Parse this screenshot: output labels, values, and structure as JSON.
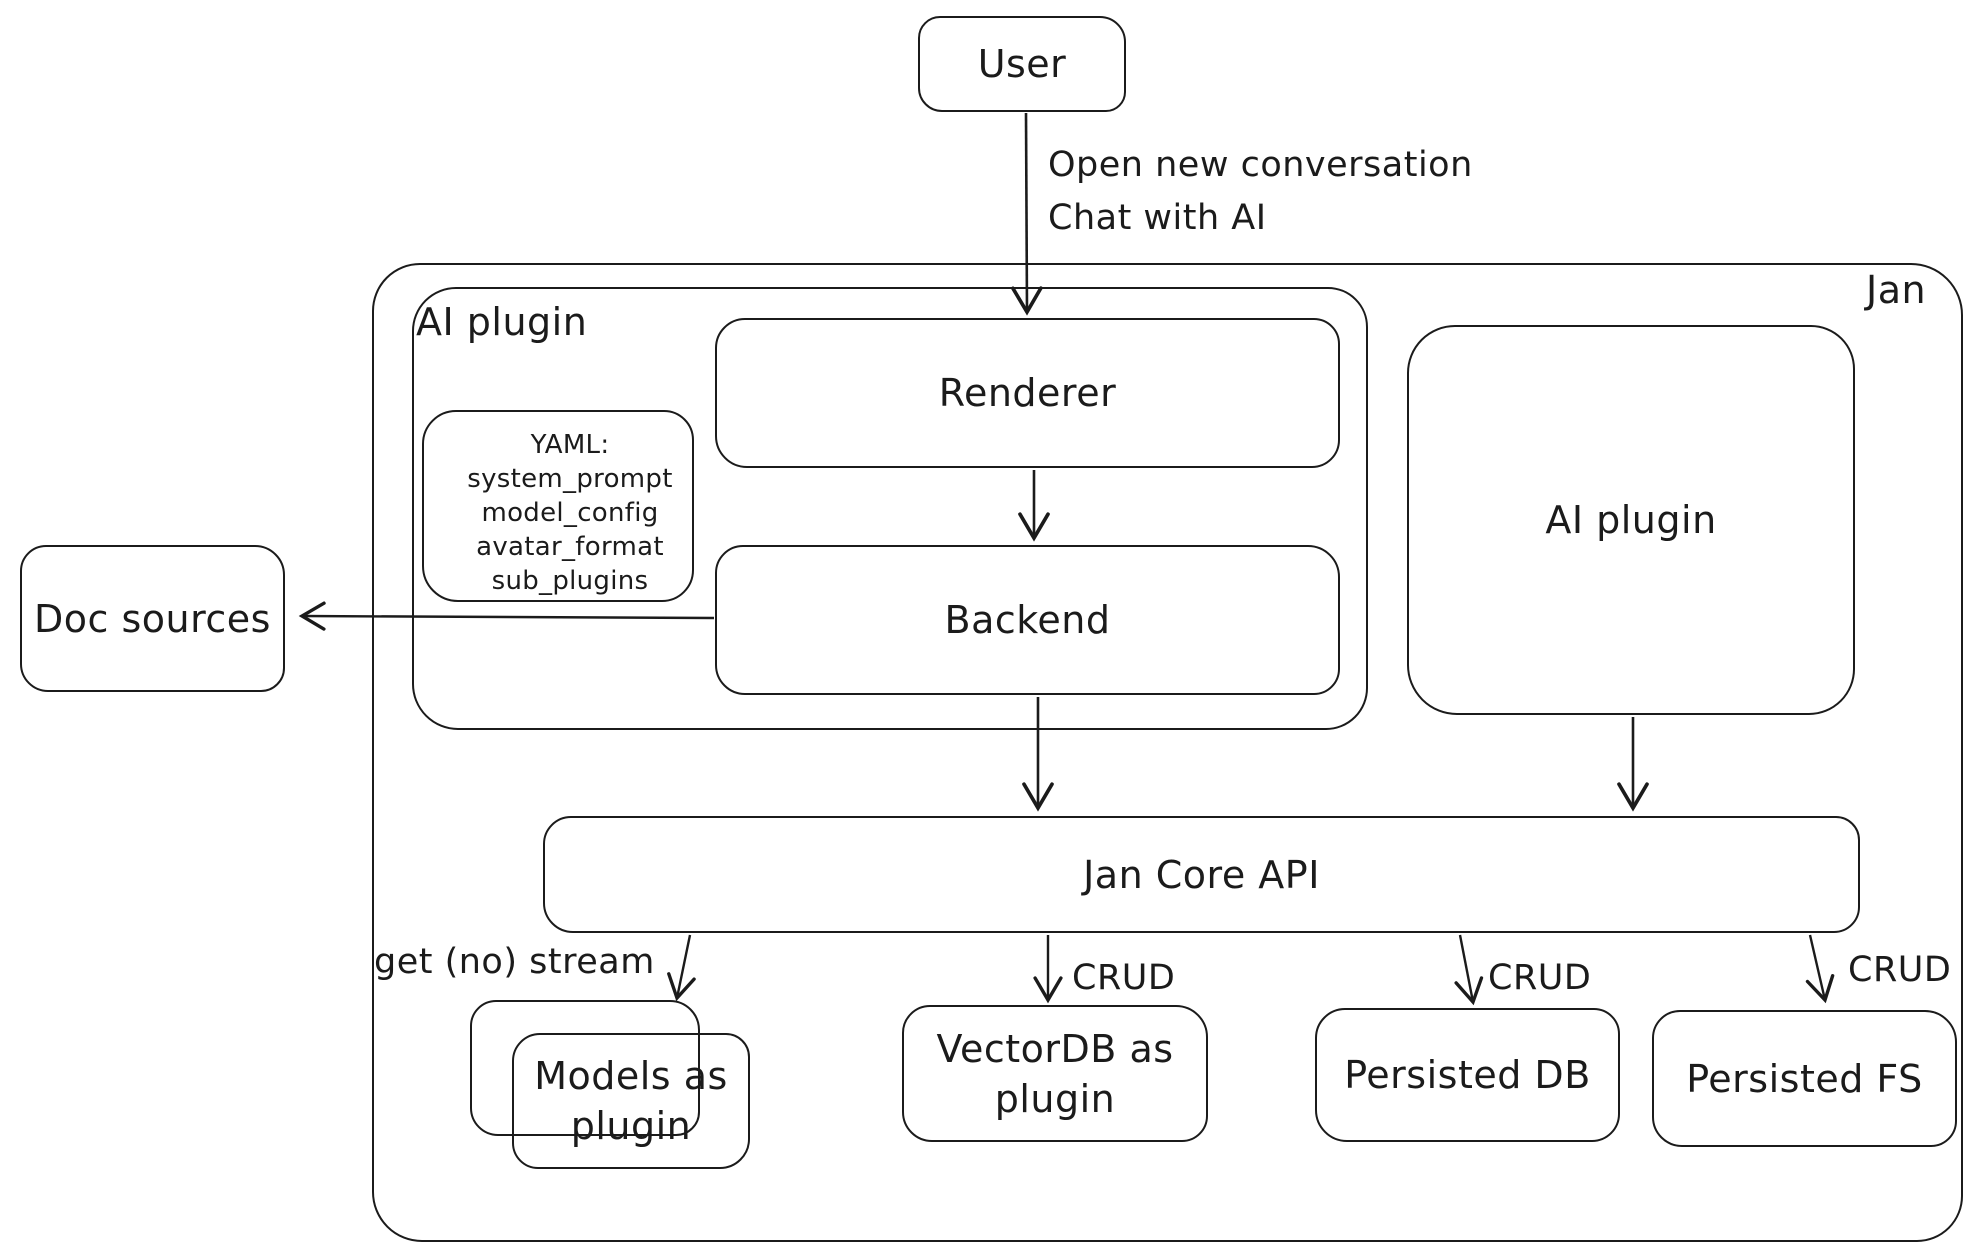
{
  "colors": {
    "stroke": "#1b1b1b",
    "text": "#1b1b1b",
    "background": "#ffffff"
  },
  "nodes": {
    "user": {
      "label": "User"
    },
    "jan": {
      "label": "Jan"
    },
    "ai_plugin_group": {
      "label": "AI plugin"
    },
    "renderer": {
      "label": "Renderer"
    },
    "yaml_note": {
      "lines": [
        "YAML:",
        "system_prompt",
        "model_config",
        "avatar_format",
        "sub_plugins"
      ]
    },
    "backend": {
      "label": "Backend"
    },
    "ai_plugin": {
      "label": "AI plugin"
    },
    "doc_sources": {
      "label": "Doc sources"
    },
    "jan_core_api": {
      "label": "Jan Core API"
    },
    "models_plugin": {
      "lines": [
        "Models as",
        "plugin"
      ]
    },
    "vectordb_plugin": {
      "lines": [
        "VectorDB as",
        "plugin"
      ]
    },
    "persisted_db": {
      "label": "Persisted DB"
    },
    "persisted_fs": {
      "label": "Persisted FS"
    }
  },
  "edges": {
    "user_to_renderer": {
      "lines": [
        "Open new conversation",
        "Chat with AI"
      ]
    },
    "jan_core_to_models": {
      "label": "get (no) stream"
    },
    "jan_core_to_vectordb": {
      "label": "CRUD"
    },
    "jan_core_to_persisted_db": {
      "label": "CRUD"
    },
    "jan_core_to_persisted_fs": {
      "label": "CRUD"
    }
  }
}
